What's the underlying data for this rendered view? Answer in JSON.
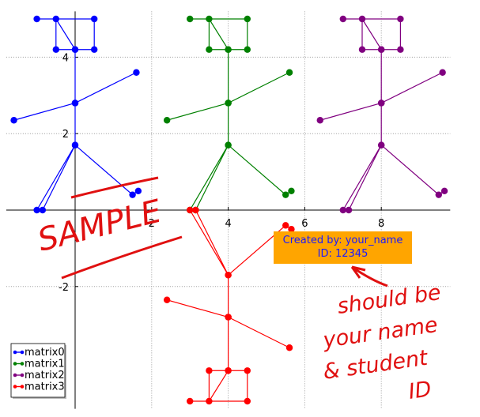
{
  "chart_data": {
    "type": "line",
    "title": "",
    "xlabel": "",
    "ylabel": "",
    "xlim": [
      -1.8,
      9.8
    ],
    "ylim": [
      -5.2,
      5.2
    ],
    "xticks": [
      2,
      4,
      6,
      8
    ],
    "yticks": [
      -2,
      2,
      4
    ],
    "grid": "dotted",
    "legend_position": "bottom-left",
    "series": [
      {
        "name": "matrix0",
        "color": "#0000ff",
        "offset": [
          0,
          0
        ],
        "sign": 1
      },
      {
        "name": "matrix1",
        "color": "#008000",
        "offset": [
          4,
          0
        ],
        "sign": 1
      },
      {
        "name": "matrix2",
        "color": "#800080",
        "offset": [
          8,
          0
        ],
        "sign": 1
      },
      {
        "name": "matrix3",
        "color": "#ff0000",
        "offset": [
          4,
          0
        ],
        "sign": -1
      }
    ],
    "figure_points": [
      [
        -1.0,
        5.0
      ],
      [
        0.5,
        5.0
      ],
      [
        0.5,
        4.2
      ],
      [
        0.0,
        4.2
      ],
      [
        -0.5,
        4.2
      ],
      [
        -0.5,
        5.0
      ],
      [
        0.0,
        4.2
      ],
      [
        0.0,
        2.8
      ],
      [
        -1.6,
        2.35
      ],
      [
        0.0,
        2.8
      ],
      [
        1.6,
        3.6
      ],
      [
        0.0,
        2.8
      ],
      [
        0.0,
        1.7
      ],
      [
        -1.0,
        0.0
      ],
      [
        -0.85,
        0.0
      ],
      [
        0.0,
        1.7
      ],
      [
        1.5,
        0.4
      ],
      [
        1.65,
        0.5
      ]
    ]
  },
  "annotation": {
    "line1": "Created by: your_name",
    "line2": "ID: 12345"
  },
  "handwriting": {
    "sample": "SAMPLE",
    "note_line1": "should be",
    "note_line2": "your name",
    "note_line3": "& student",
    "note_line4": "ID"
  }
}
